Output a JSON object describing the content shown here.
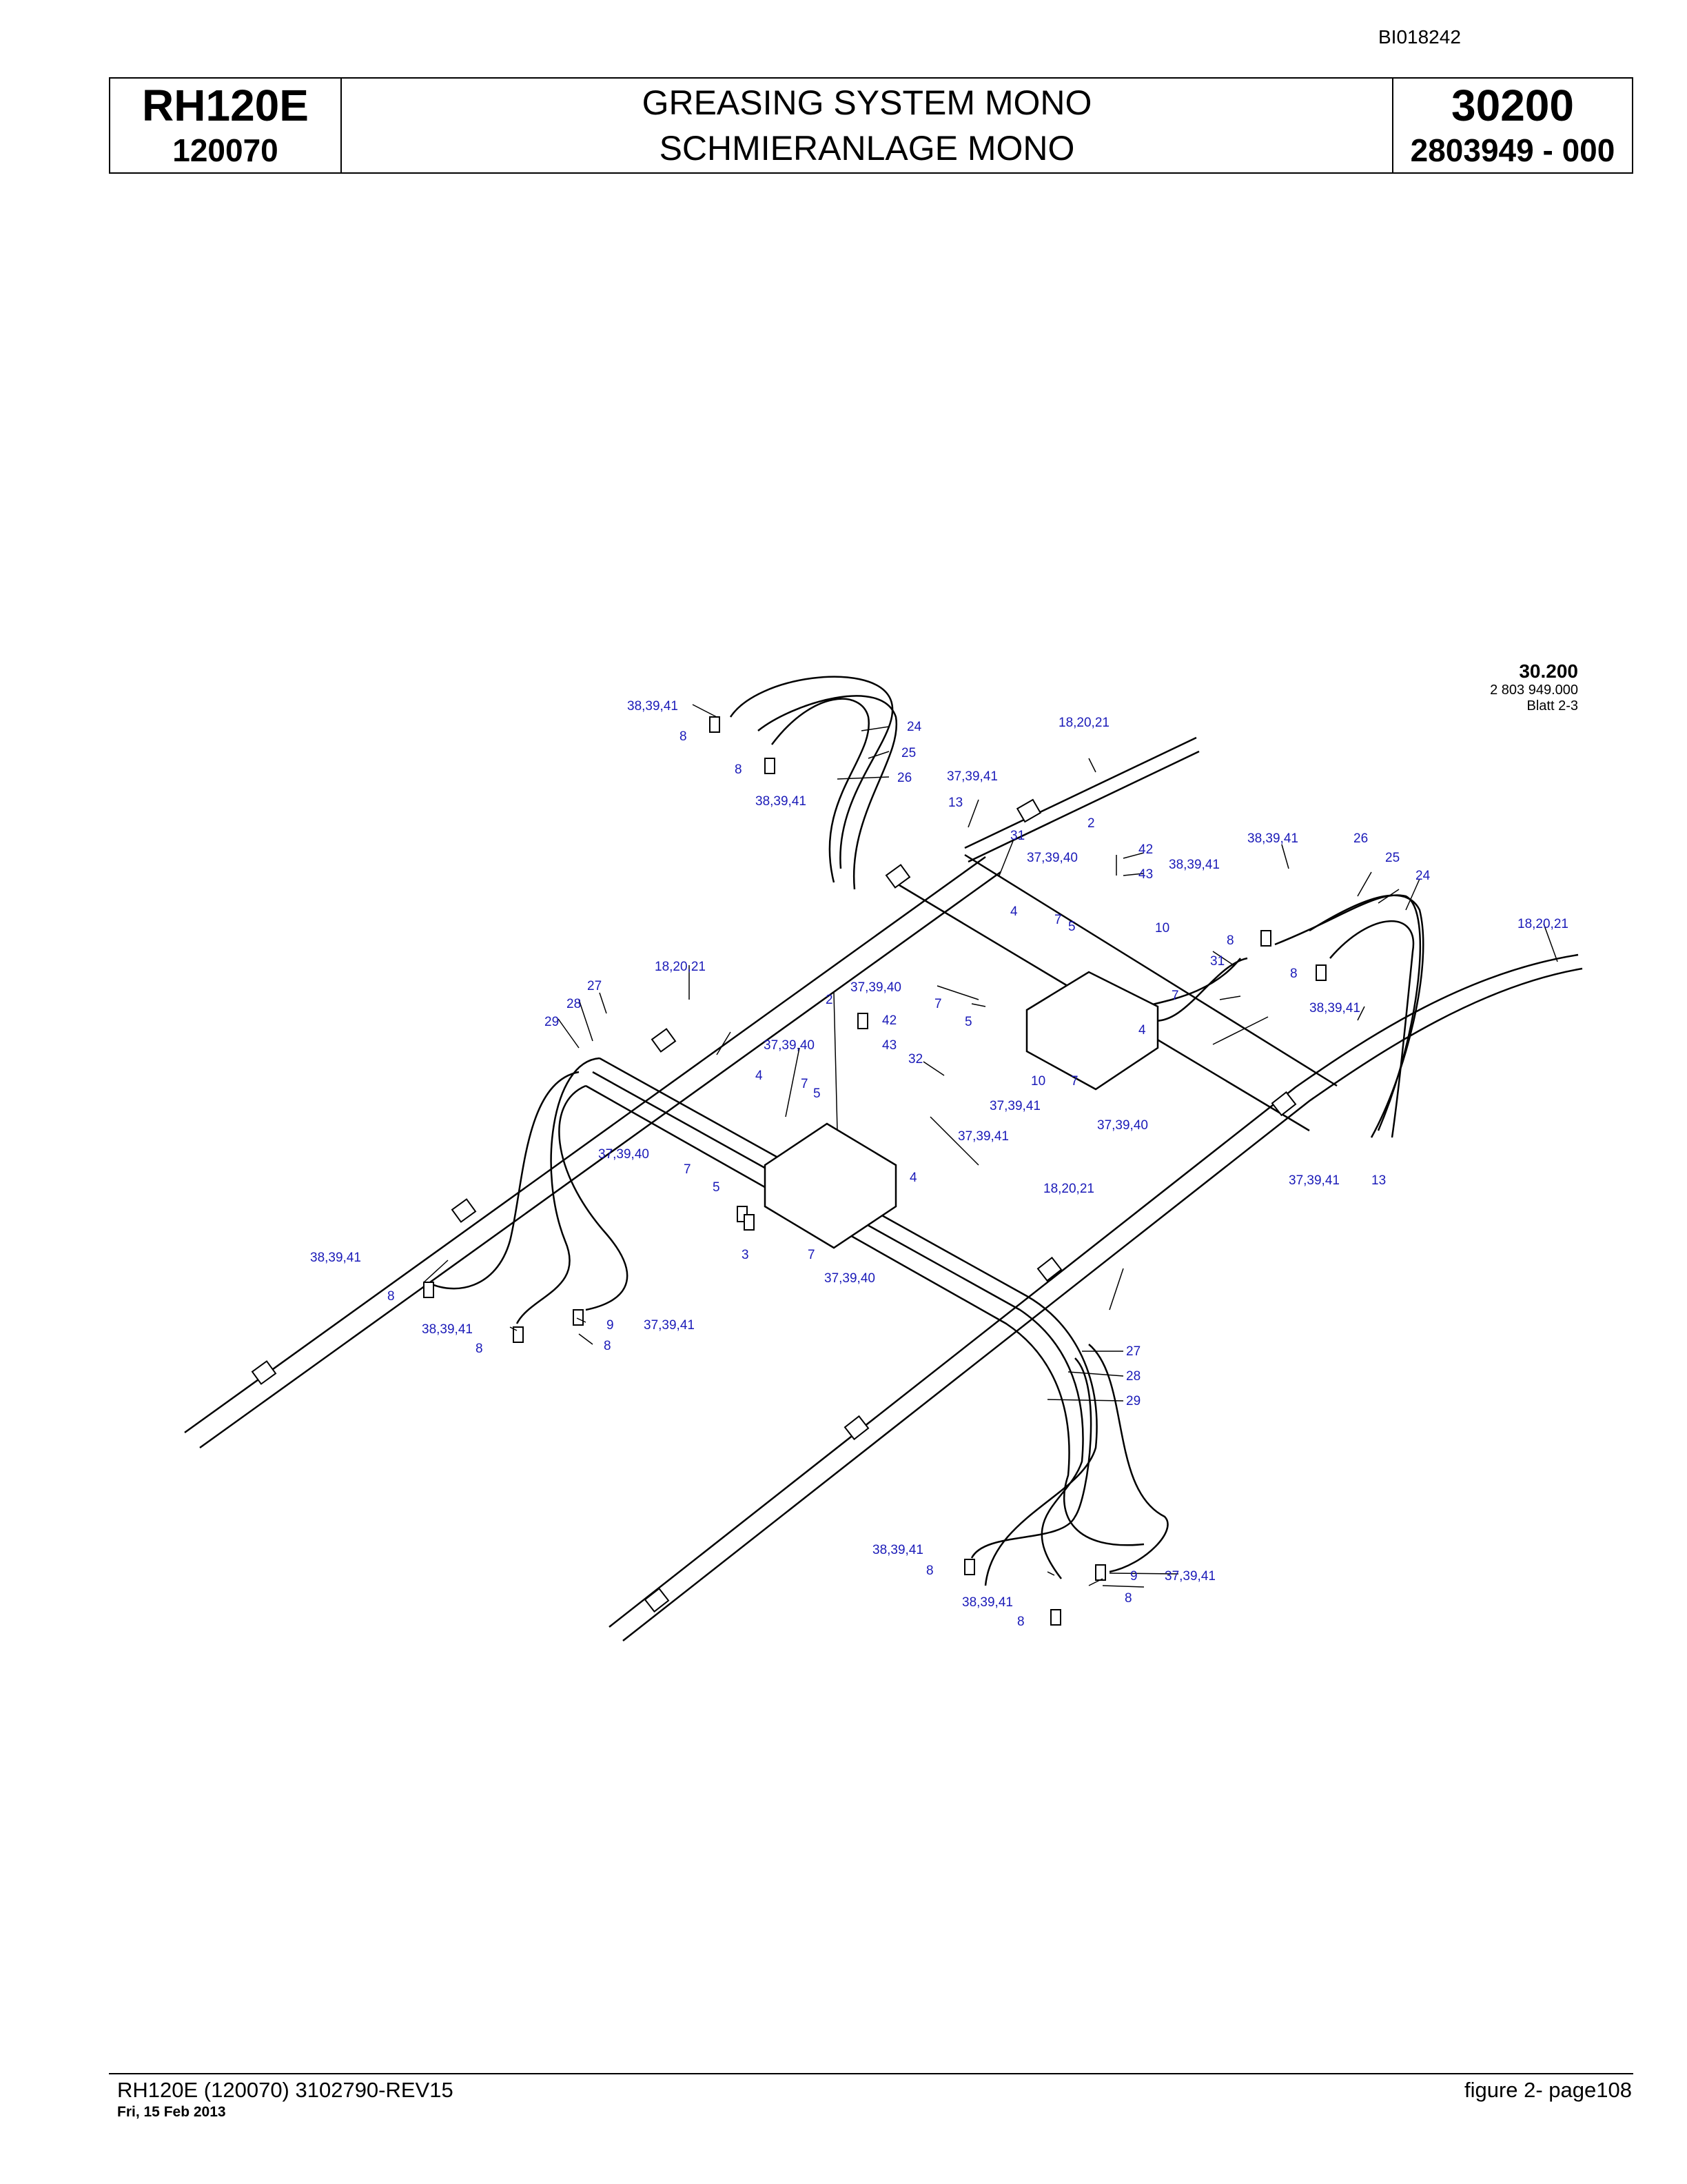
{
  "document_id": "BI018242",
  "header": {
    "model": "RH120E",
    "model_number": "120070",
    "title_en": "GREASING SYSTEM MONO",
    "title_de": "SCHMIERANLAGE MONO",
    "section": "30200",
    "part_number": "2803949  - 000"
  },
  "figure_ref": {
    "code": "30.200",
    "number": "2 803 949.000",
    "sheet": "Blatt 2-3"
  },
  "callouts": {
    "c_38_39_41": "38,39,41",
    "c_37_39_41": "37,39,41",
    "c_37_39_40": "37,39,40",
    "c_18_20_21": "18,20,21",
    "c_2": "2",
    "c_3": "3",
    "c_4": "4",
    "c_5": "5",
    "c_7": "7",
    "c_8": "8",
    "c_9": "9",
    "c_10": "10",
    "c_13": "13",
    "c_24": "24",
    "c_25": "25",
    "c_26": "26",
    "c_27": "27",
    "c_28": "28",
    "c_29": "29",
    "c_31": "31",
    "c_32": "32",
    "c_42": "42",
    "c_43": "43"
  },
  "footer": {
    "left": "RH120E (120070) 3102790-REV15",
    "date": "Fri, 15 Feb 2013",
    "right": "figure  2- page108"
  }
}
